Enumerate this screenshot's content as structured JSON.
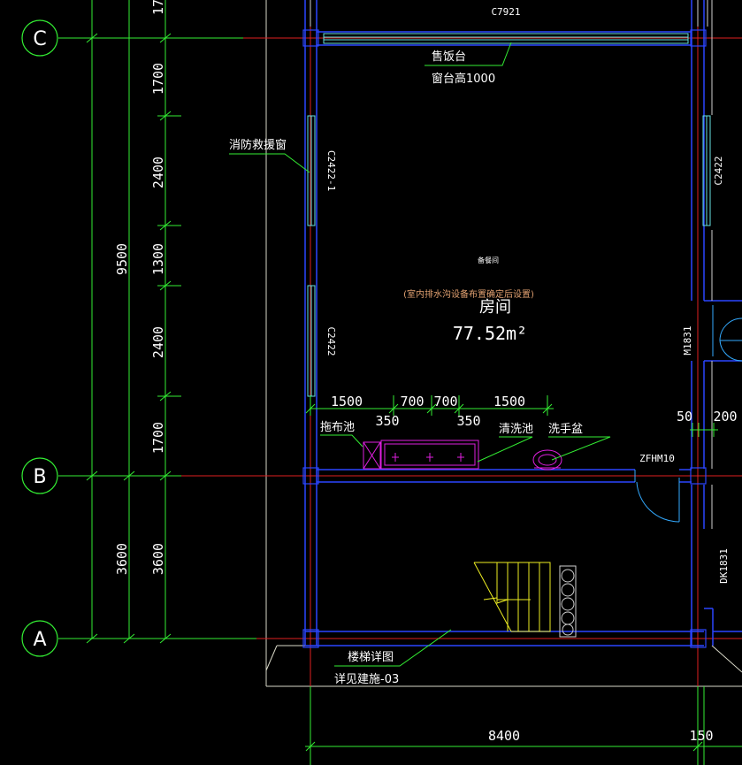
{
  "colors": {
    "background": "#000000",
    "wall": "#2b45ff",
    "axis": "#e02020",
    "dimension": "#33ee33",
    "text": "#ffffff",
    "window": "#66e0e0",
    "fixture": "#e020e0",
    "stair": "#eeee22",
    "note": "#e0a070",
    "boundary": "#d8d8c8"
  },
  "grid_axes": [
    {
      "id": "C",
      "label": "C"
    },
    {
      "id": "B",
      "label": "B"
    },
    {
      "id": "A",
      "label": "A"
    }
  ],
  "vertical_dimensions": {
    "outer_total": "9500",
    "outer_bottom": "3600",
    "inner_top_partial": "17",
    "inner_segments": [
      "1700",
      "2400",
      "1300",
      "2400",
      "1700"
    ],
    "inner_bottom": "3600"
  },
  "horizontal_dimensions": {
    "upper_row": [
      "1500",
      "700",
      "700",
      "1500"
    ],
    "lower_row": [
      "350",
      "350"
    ],
    "right_small": [
      "50",
      "200"
    ],
    "bottom_total": "8400",
    "bottom_right": "150"
  },
  "windows": {
    "top": "C7921",
    "left_upper": "C2422-1",
    "left_lower": "C2422",
    "right_upper": "C2422"
  },
  "doors": {
    "right_door": "M1831",
    "fire_door": "ZFHM10",
    "right_lower": "DK1831"
  },
  "annotations": {
    "serving_counter": "售饭台",
    "sill_height": "窗台高1000",
    "fire_rescue_window": "消防救援窗",
    "mop_sink": "拖布池",
    "wash_sink": "清洗池",
    "hand_basin": "洗手盆",
    "stair_detail": "楼梯详图",
    "stair_reference": "详见建施-03"
  },
  "room": {
    "function": "备餐间",
    "note": "(室内排水沟设备布置确定后设置)",
    "name": "房间",
    "area": "77.52m²"
  }
}
